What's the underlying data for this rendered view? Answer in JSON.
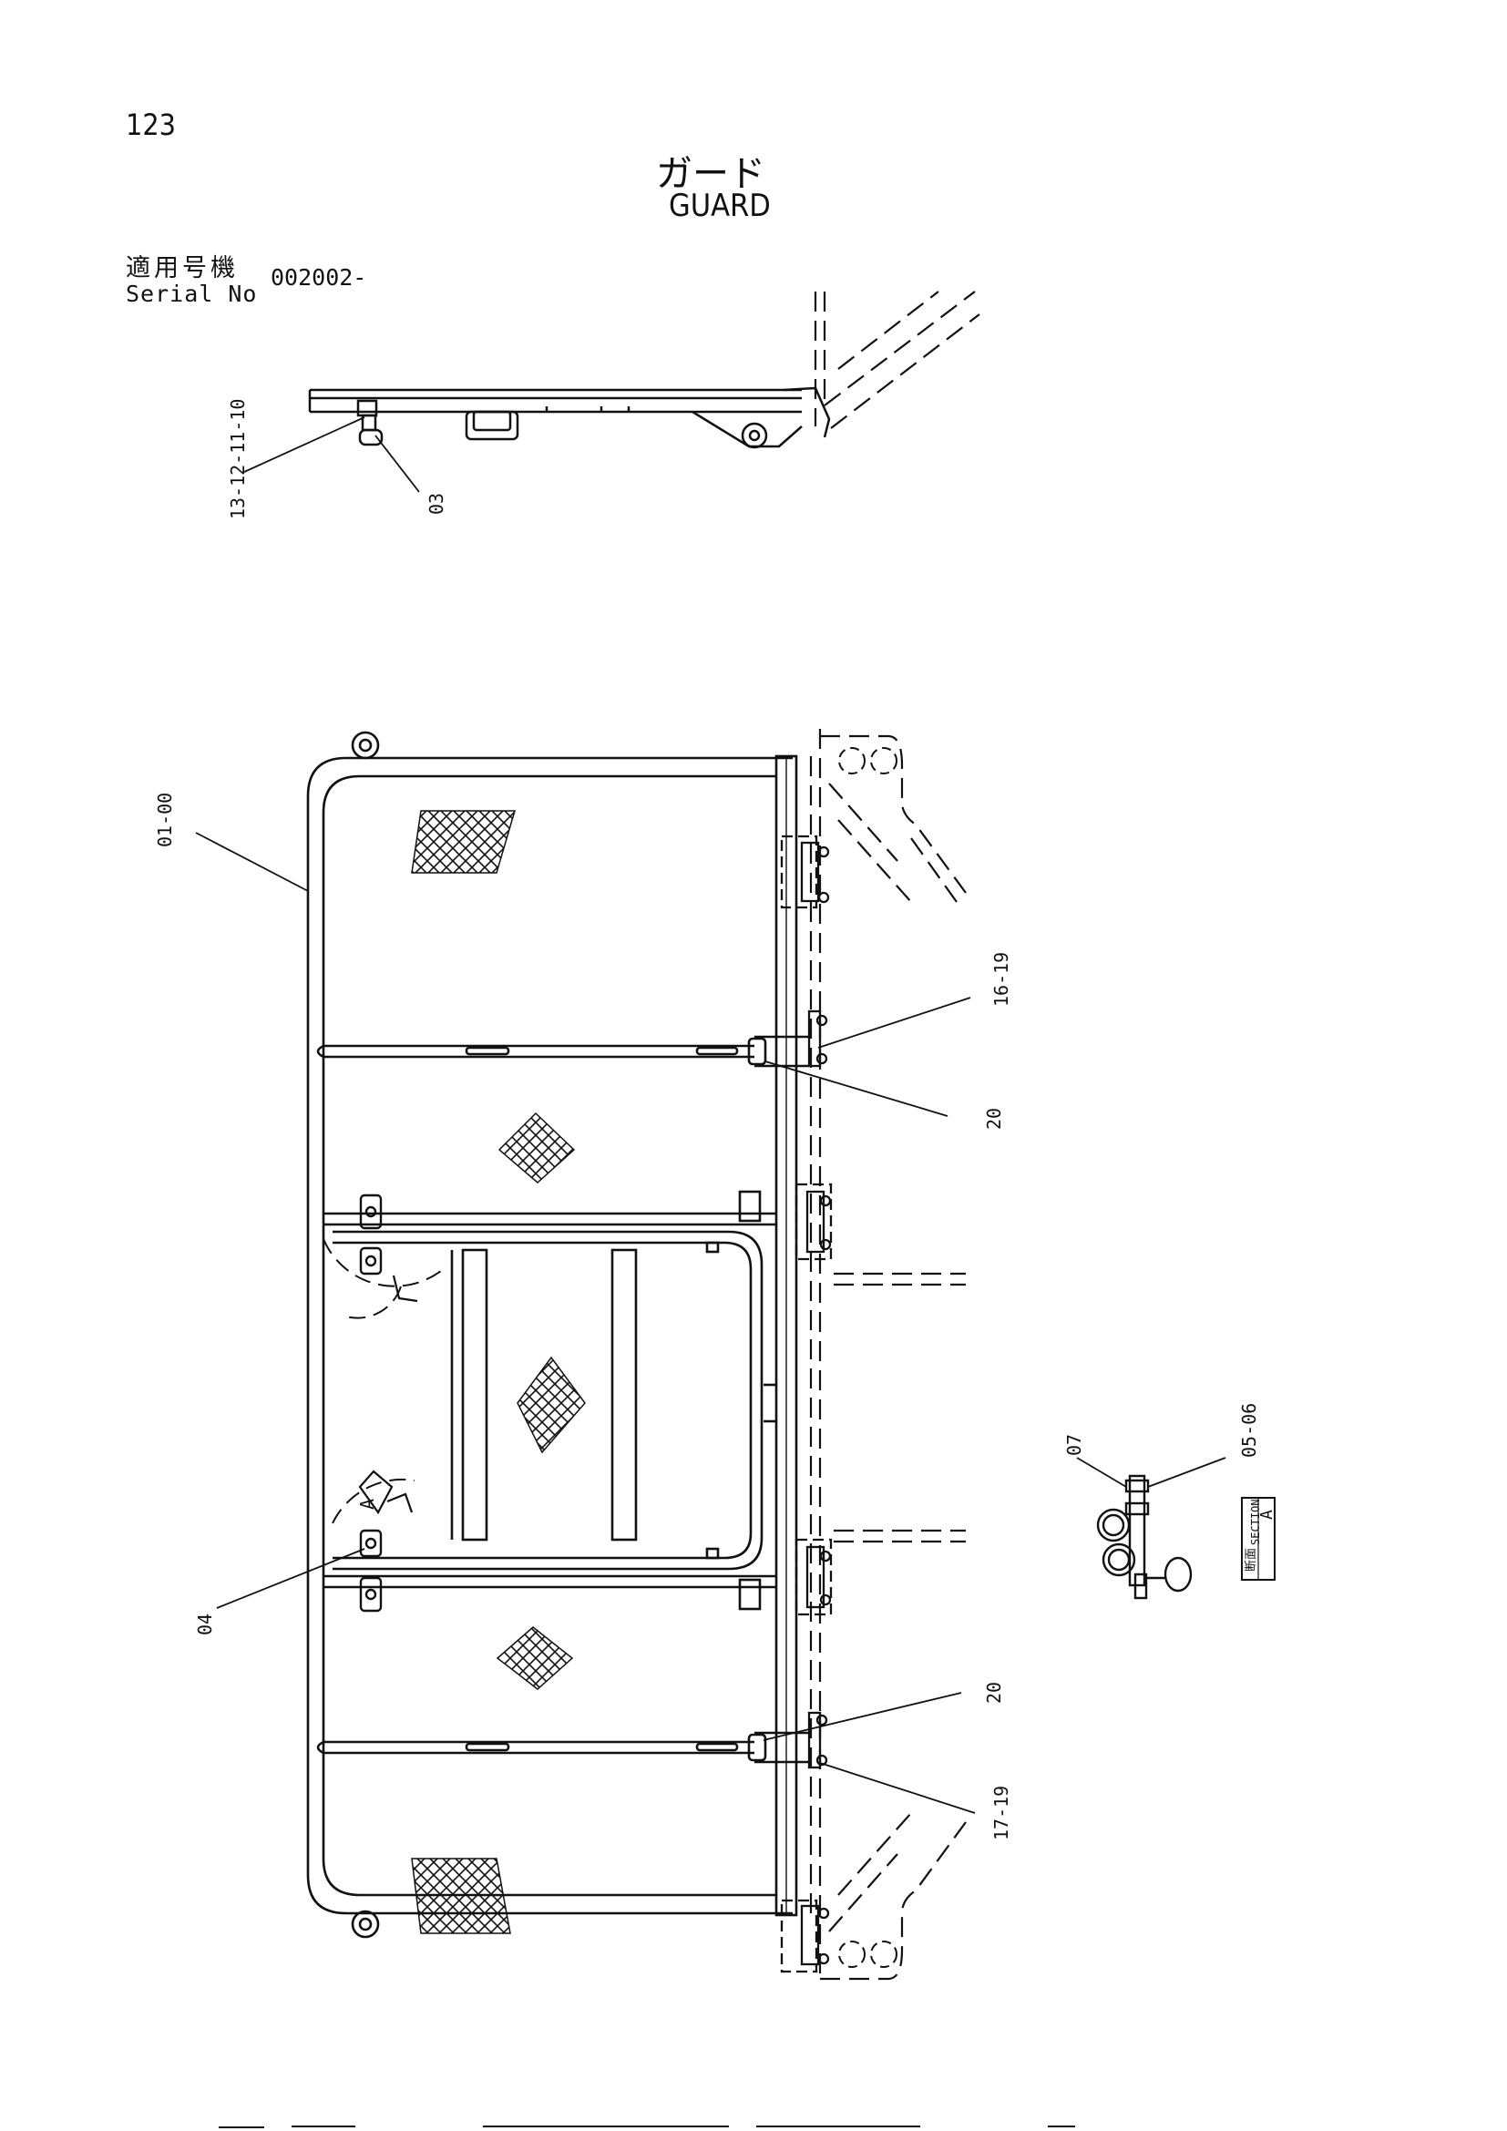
{
  "header": {
    "page_number": "123",
    "title_jp": "ガード",
    "title_en": "GUARD",
    "serial_label_jp": "適用号機",
    "serial_label_en": "Serial No",
    "serial_value": "002002-"
  },
  "callouts": {
    "c13_10": "13-12-11-10",
    "c03": "03",
    "c01_00": "01-00",
    "c16_19": "16-19",
    "c20a": "20",
    "c04": "04",
    "c20b": "20",
    "c17_19": "17-19",
    "c07": "07",
    "c05_06": "05-06"
  },
  "section_tag": {
    "jp": "断面",
    "en": "SECTION",
    "letter": "A"
  },
  "view_tags": {
    "a1": "A",
    "a2": "A"
  }
}
